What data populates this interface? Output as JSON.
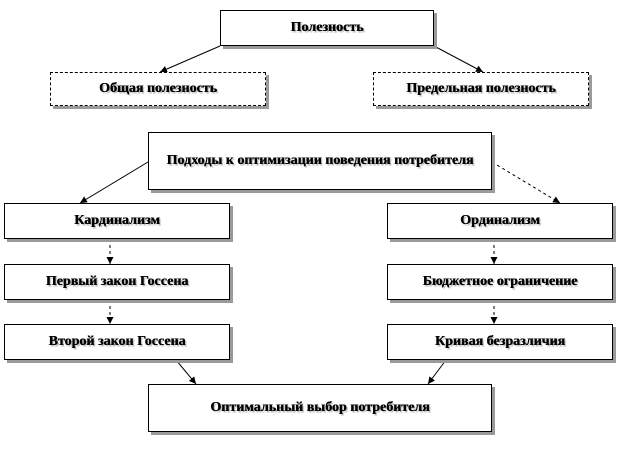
{
  "diagram": {
    "nodes": [
      {
        "id": "utility",
        "label": "Полезность"
      },
      {
        "id": "total",
        "label": "Общая полезность"
      },
      {
        "id": "marginal",
        "label": "Предельная полезность"
      },
      {
        "id": "approaches",
        "label": "Подходы к оптимизации поведения потребителя"
      },
      {
        "id": "cardinalism",
        "label": "Кардинализм"
      },
      {
        "id": "ordinalism",
        "label": "Ординализм"
      },
      {
        "id": "gossen1",
        "label": "Первый закон Госсена"
      },
      {
        "id": "budget",
        "label": "Бюджетное ограничение"
      },
      {
        "id": "gossen2",
        "label": "Второй закон Госсена"
      },
      {
        "id": "indiff",
        "label": "Кривая безразличия"
      },
      {
        "id": "optimal",
        "label": "Оптимальный выбор потребителя"
      }
    ],
    "edges": [
      {
        "from": "utility",
        "to": "total",
        "style": "solid"
      },
      {
        "from": "utility",
        "to": "marginal",
        "style": "solid"
      },
      {
        "from": "approaches",
        "to": "cardinalism",
        "style": "solid"
      },
      {
        "from": "approaches",
        "to": "ordinalism",
        "style": "dashed"
      },
      {
        "from": "cardinalism",
        "to": "gossen1",
        "style": "dashed"
      },
      {
        "from": "gossen1",
        "to": "gossen2",
        "style": "dashed"
      },
      {
        "from": "ordinalism",
        "to": "budget",
        "style": "dashed"
      },
      {
        "from": "budget",
        "to": "indiff",
        "style": "dashed"
      },
      {
        "from": "gossen2",
        "to": "optimal",
        "style": "solid"
      },
      {
        "from": "indiff",
        "to": "optimal",
        "style": "solid"
      }
    ]
  }
}
